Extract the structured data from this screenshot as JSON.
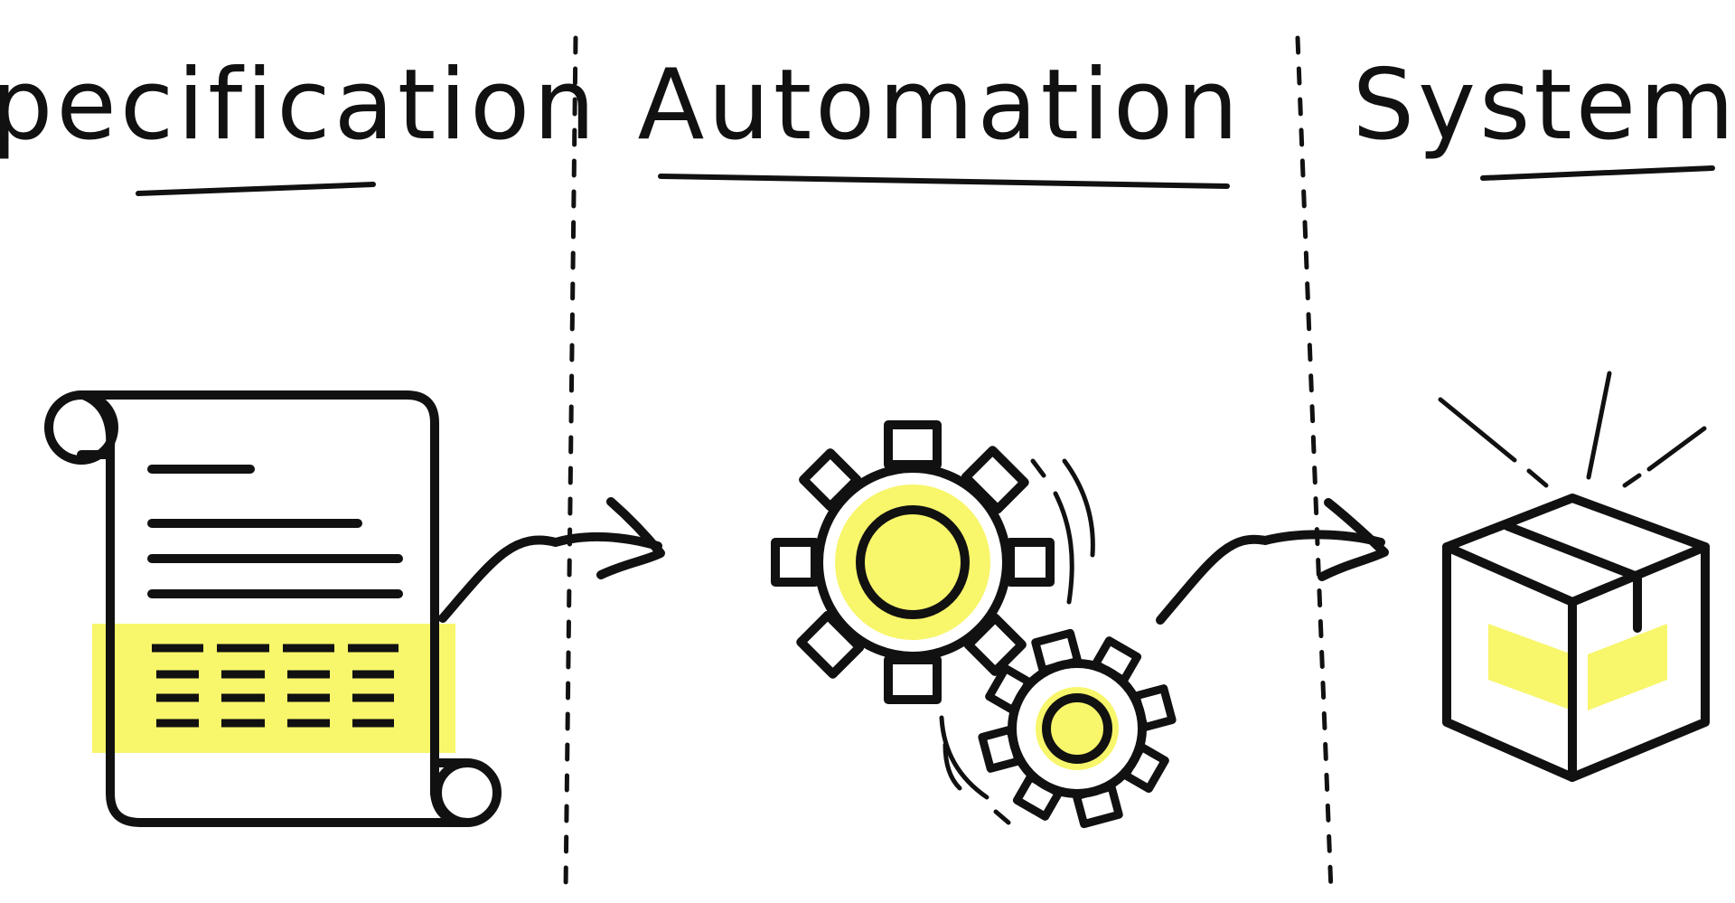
{
  "stages": [
    {
      "id": "specification",
      "title": "Specification",
      "icon": "document-scroll-icon"
    },
    {
      "id": "automation",
      "title": "Automation",
      "icon": "gears-icon"
    },
    {
      "id": "system",
      "title": "System",
      "icon": "box-icon"
    }
  ],
  "colors": {
    "ink": "#111111",
    "highlight": "#f8f66b",
    "highlight_core": "#f7f43a",
    "background": "#ffffff"
  }
}
